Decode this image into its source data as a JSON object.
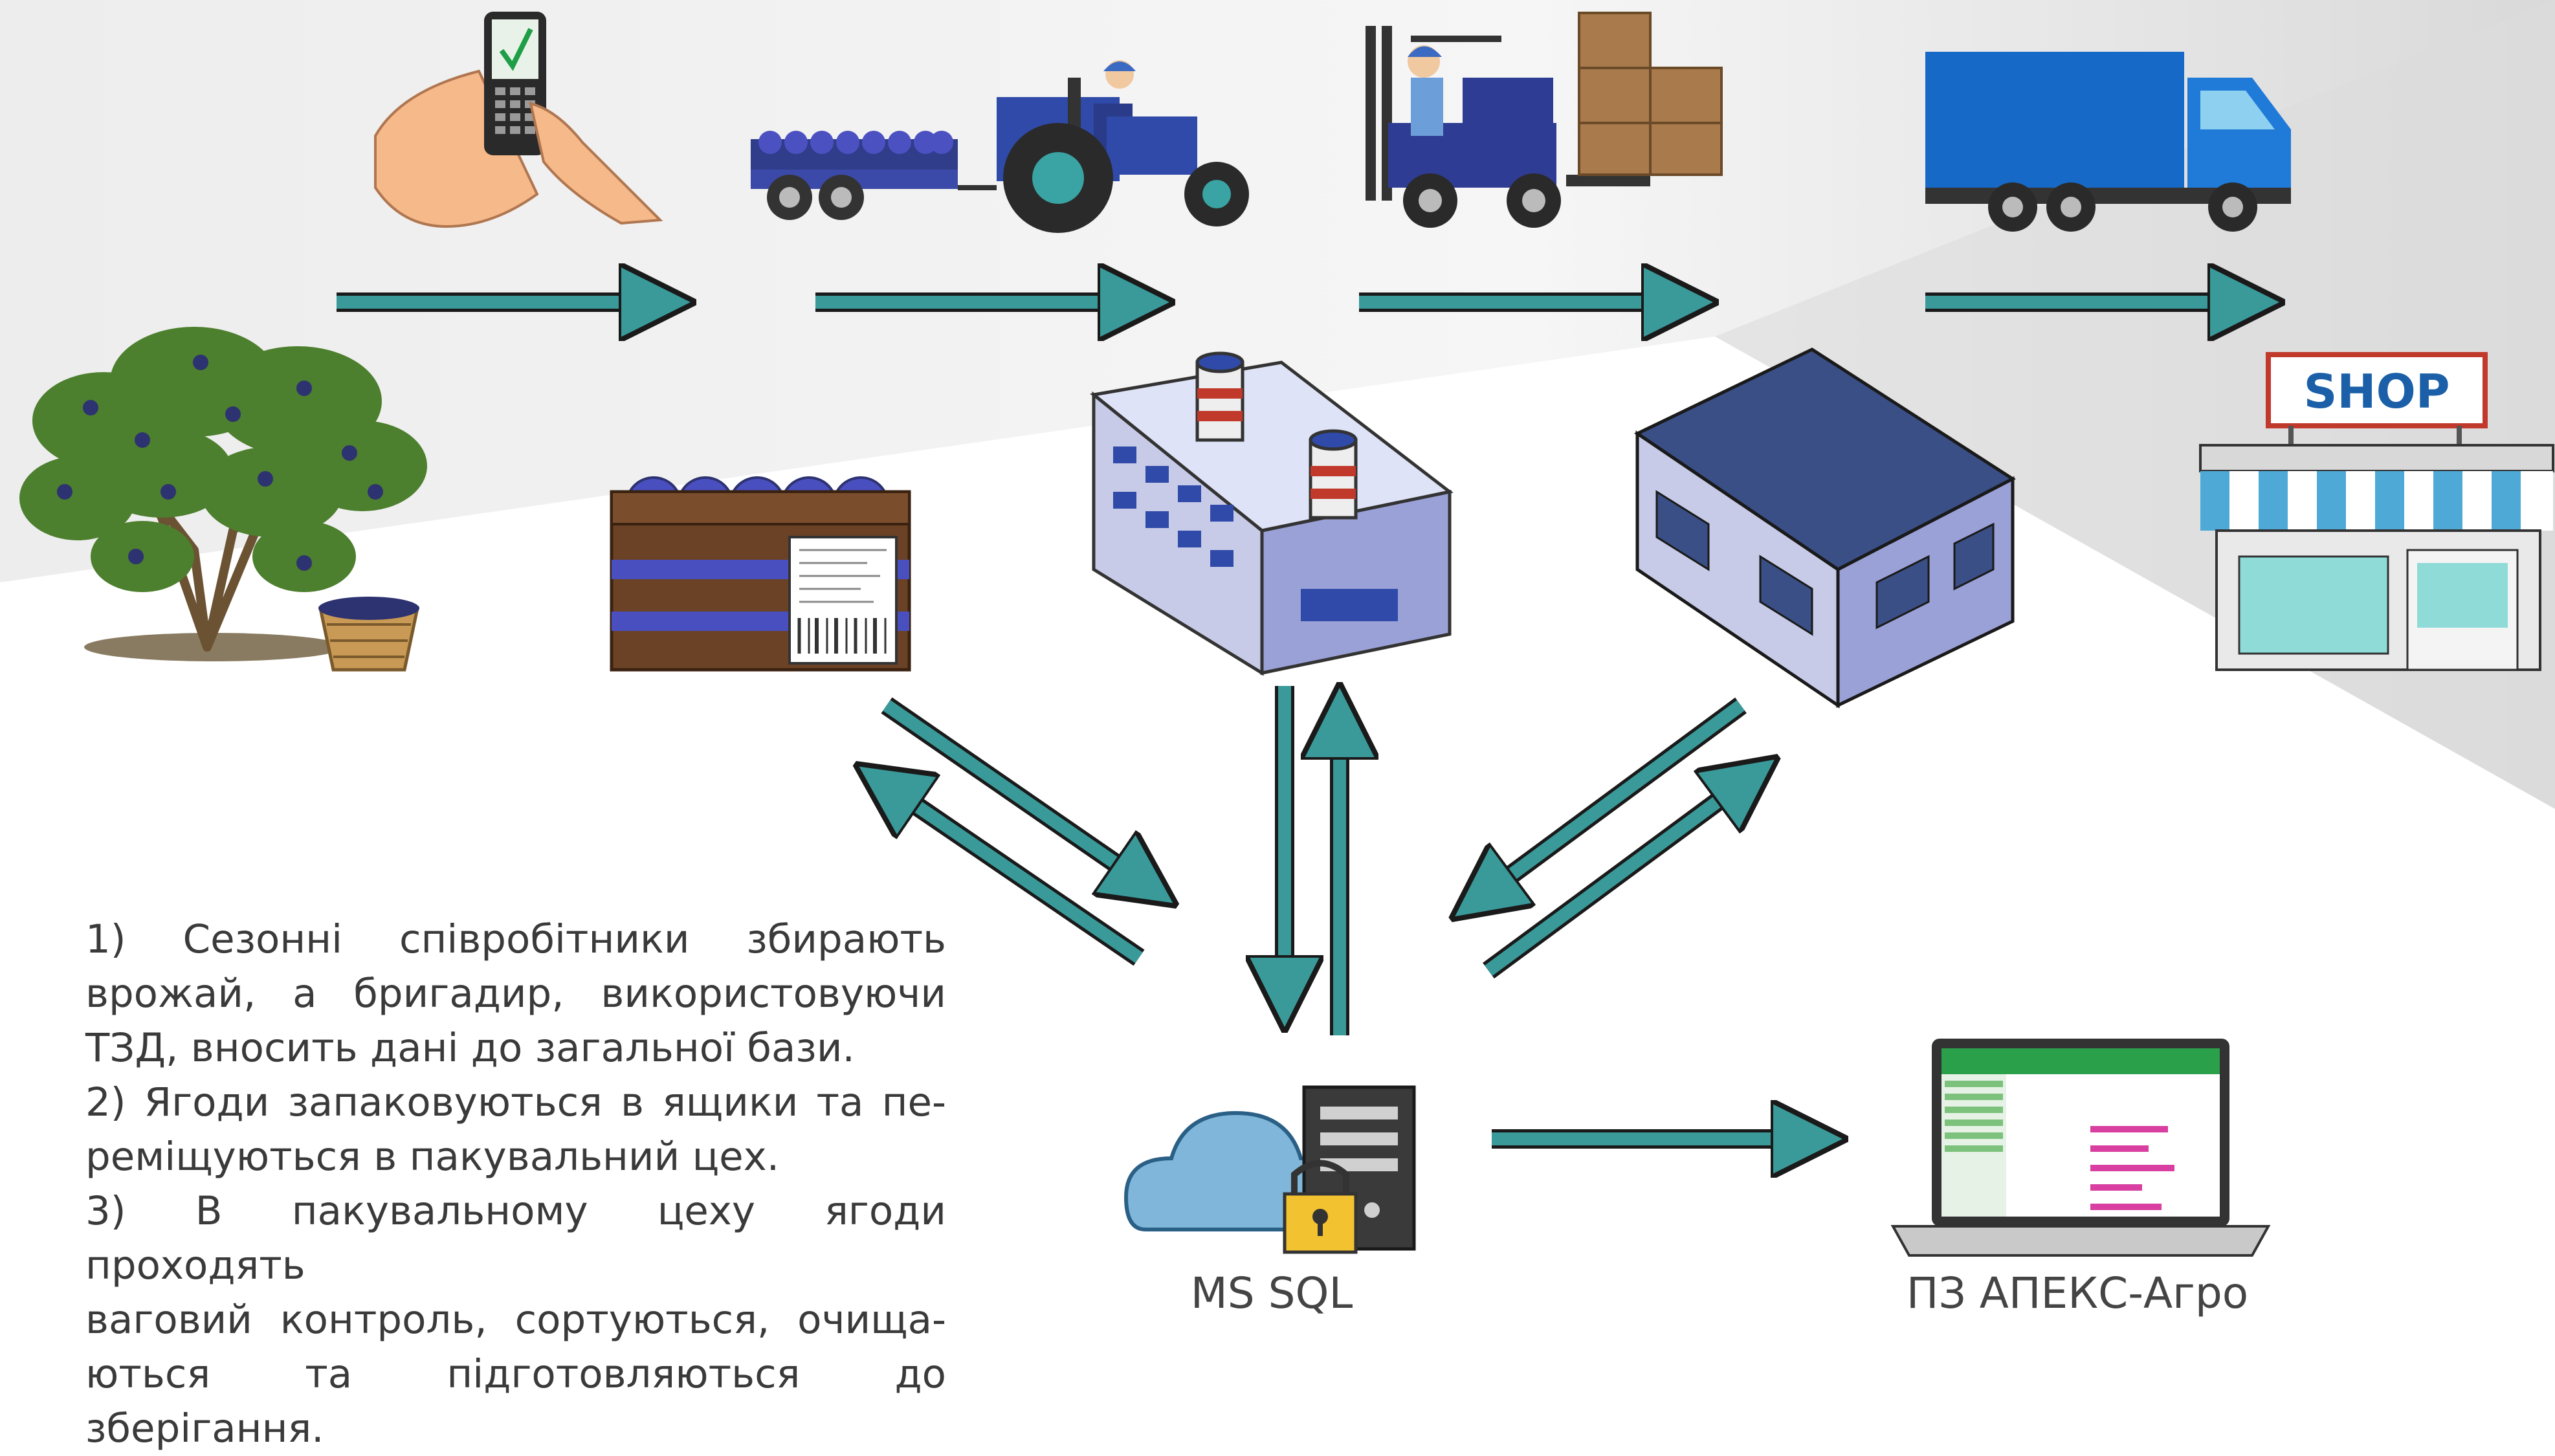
{
  "process_steps": [
    {
      "id": "harvest",
      "icon": "blueberry-bush-icon"
    },
    {
      "id": "scanner",
      "icon": "handheld-scanner-icon"
    },
    {
      "id": "tractor",
      "icon": "tractor-trailer-icon"
    },
    {
      "id": "forklift",
      "icon": "forklift-icon"
    },
    {
      "id": "truck",
      "icon": "delivery-truck-icon"
    },
    {
      "id": "crate",
      "icon": "berry-crate-icon"
    },
    {
      "id": "factory",
      "icon": "packing-plant-icon"
    },
    {
      "id": "warehouse",
      "icon": "warehouse-icon"
    },
    {
      "id": "shop",
      "icon": "shop-icon"
    }
  ],
  "shop_sign": "SHOP",
  "captions": {
    "database": "MS SQL",
    "software": "ПЗ АПЕКС-Агро"
  },
  "description": {
    "lines": [
      "1) Сезонні співробітники збирають",
      "врожай, а бригадир, використовуючи",
      "ТЗД, вносить дані до загальної бази.",
      "2) Ягоди запаковуються в ящики та пе-",
      "реміщуються в пакувальний цех.",
      "3) В пакувальному цеху ягоди проходять",
      "ваговий контроль, сортуються, очища-",
      "ються та підготовляються до зберігання."
    ]
  },
  "colors": {
    "arrow": "#3a9a9a",
    "arrow_outline": "#1a1a1a",
    "blueberry": "#4a4fc0",
    "crate_wood": "#6b4226",
    "factory_wall": "#c7cbe8",
    "warehouse_roof": "#3a4f86",
    "cloud": "#7fb6d9",
    "lock": "#f2c230",
    "shop_awning": "#4fa9d6"
  }
}
